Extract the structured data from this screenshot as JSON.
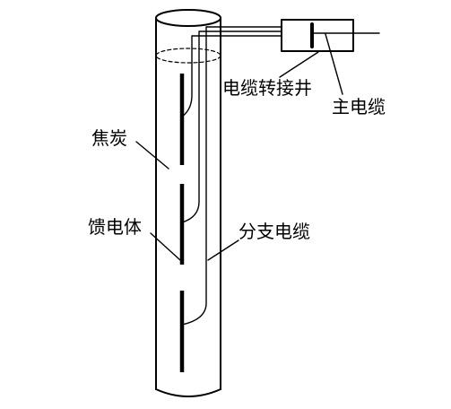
{
  "labels": {
    "cable_junction_well": "电缆转接井",
    "main_cable": "主电缆",
    "coke": "焦炭",
    "feeder": "馈电体",
    "branch_cable": "分支电缆"
  },
  "colors": {
    "stroke": "#000000",
    "background": "#ffffff"
  }
}
